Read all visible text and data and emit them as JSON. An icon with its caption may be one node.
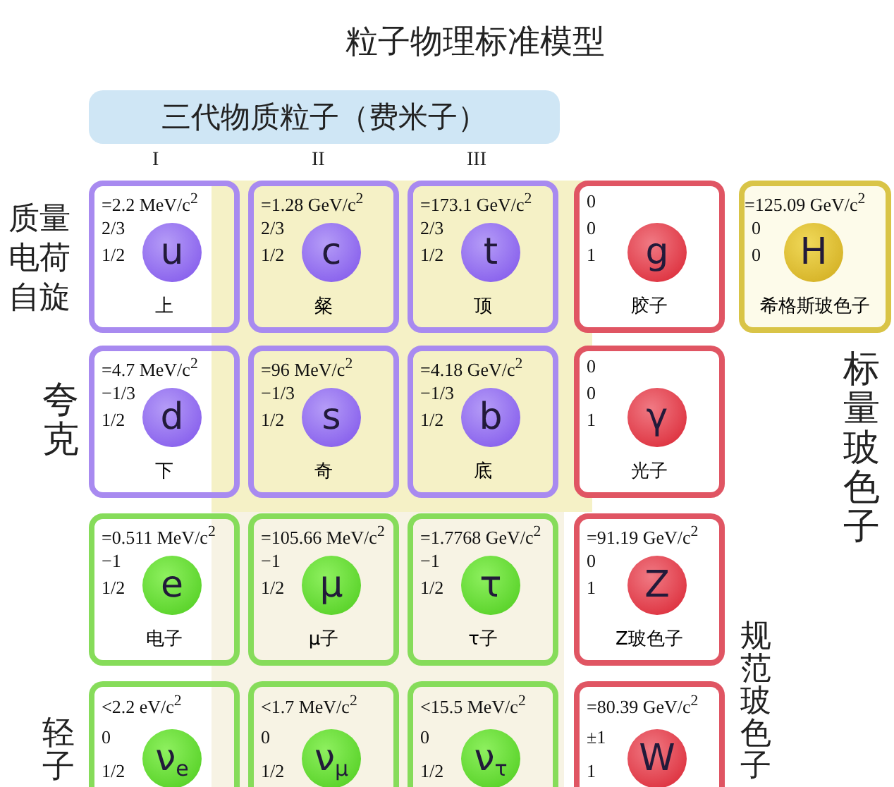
{
  "diagram": {
    "title": "粒子物理标准模型",
    "nodes": [
      {
        "text": [
          "三代物质粒子（费米子）"
        ]
      },
      {
        "text": [
          "=2.2 MeV/c$^{2}$",
          "2/3",
          "1/2",
          "u",
          "上"
        ]
      },
      {
        "text": [
          "=1.28 GeV/c$^{2}$",
          "2/3",
          "1/2",
          "c",
          "粲"
        ]
      },
      {
        "text": [
          "=173.1 GeV/c$^{2}$",
          "2/3",
          "1/2",
          "t",
          "顶"
        ]
      },
      {
        "text": [
          "0",
          "0",
          "1",
          "g",
          "胶子"
        ]
      },
      {
        "text": [
          "=125.09 GeV/c$^{2}$",
          "0",
          "0",
          "H",
          "希格斯玻色子"
        ]
      },
      {
        "text": [
          "=4.7 MeV/c$^{2}$",
          "−1/3",
          "1/2",
          "d",
          "下"
        ]
      },
      {
        "text": [
          "=96 MeV/c$^{2}$",
          "−1/3",
          "1/2",
          "s",
          "奇"
        ]
      },
      {
        "text": [
          "=4.18 GeV/c$^{2}$",
          "−1/3",
          "1/2",
          "b",
          "底"
        ]
      },
      {
        "text": [
          "0",
          "0",
          "1",
          "γ",
          "光子"
        ]
      },
      {
        "text": [
          "=0.511 MeV/c$^{2}$",
          "−1",
          "1/2",
          "e",
          "电子"
        ]
      },
      {
        "text": [
          "=105.66 MeV/c$^{2}$",
          "−1",
          "1/2",
          "μ",
          "μ子"
        ]
      },
      {
        "text": [
          "=1.7768 GeV/c$^{2}$",
          "−1",
          "1/2",
          "τ",
          "τ子"
        ]
      },
      {
        "text": [
          "=91.19 GeV/c$^{2}$",
          "0",
          "1",
          "Z",
          "Z玻色子"
        ]
      },
      {
        "text": [
          "<2.2 eV/c$^{2}$",
          "0",
          "1/2",
          "ν$_{e}$"
        ]
      },
      {
        "text": [
          "<1.7 MeV/c$^{2}$",
          "0",
          "1/2",
          "ν$_{μ}$"
        ]
      },
      {
        "text": [
          "<15.5 MeV/c$^{2}$",
          "0",
          "1/2",
          "ν$_{τ}$"
        ]
      },
      {
        "text": [
          "=80.39 GeV/c$^{2}$",
          "±1",
          "1",
          "W"
        ]
      }
    ],
    "labels": [
      "I",
      "II",
      "III",
      "质量",
      "电荷",
      "自旋",
      "标量玻色子",
      "夸克",
      "规范玻色子",
      "轻子"
    ]
  }
}
